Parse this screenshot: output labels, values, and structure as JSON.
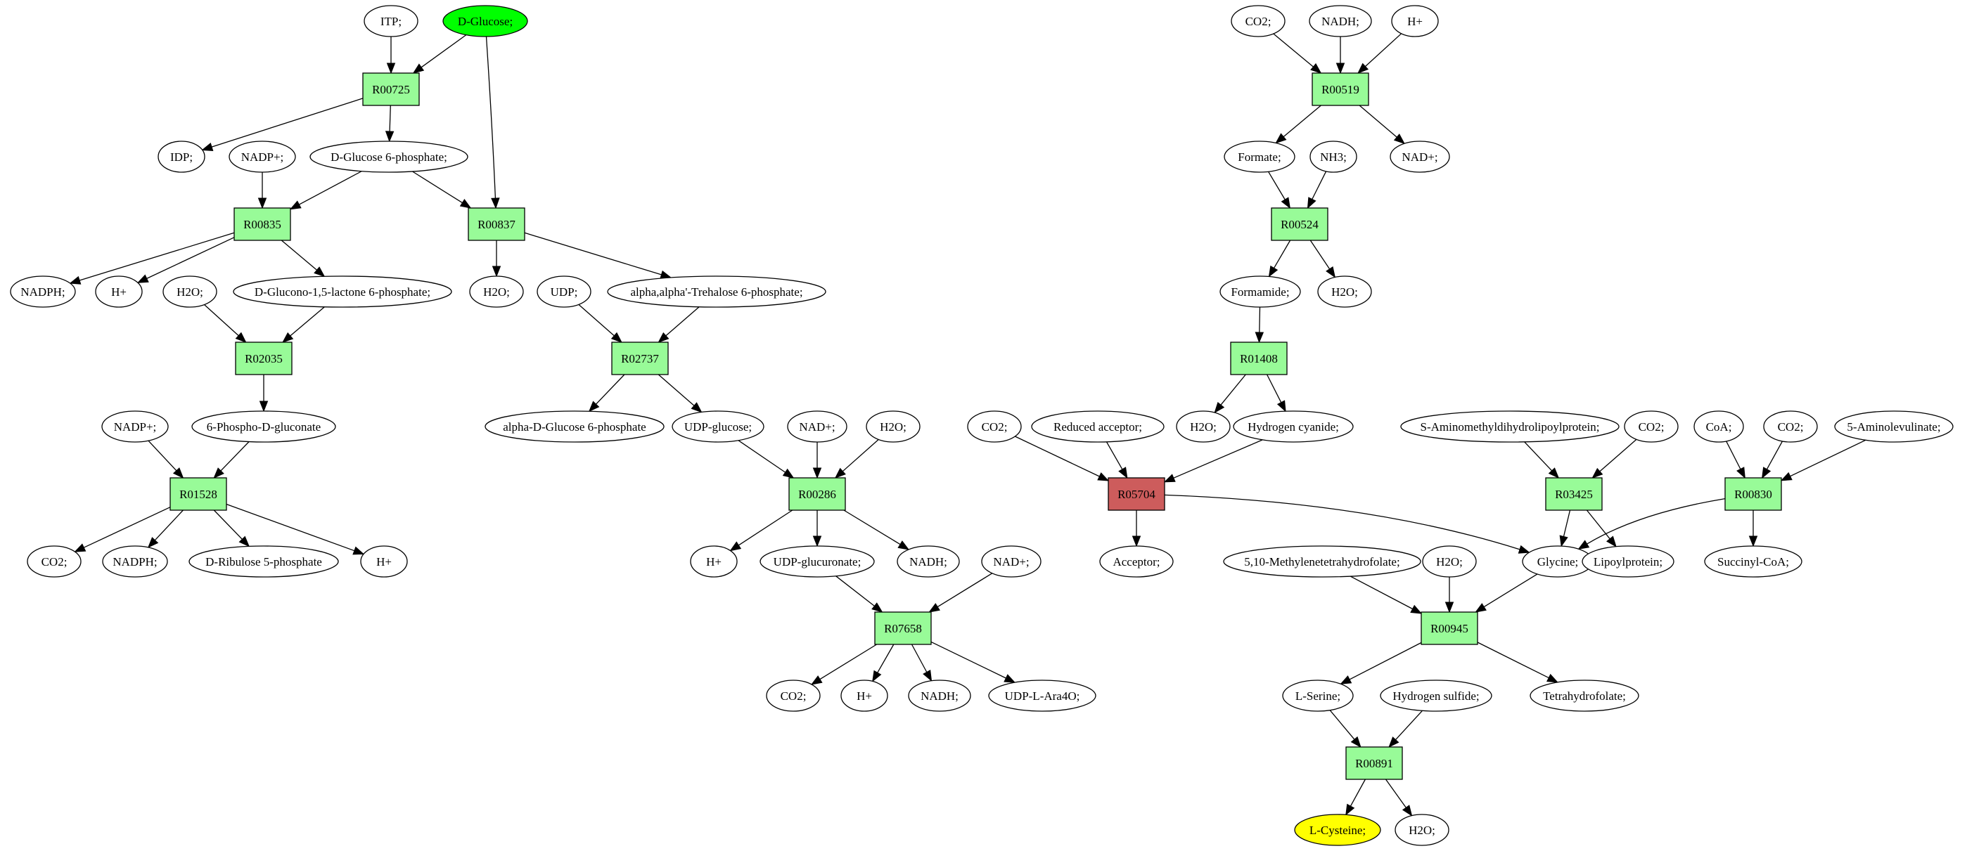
{
  "colors": {
    "reaction": "#98fb98",
    "reaction_highlight": "#cd5c5c",
    "compound": "#ffffff",
    "source_compound": "#00ff00",
    "target_compound": "#ffff00"
  },
  "nodes": [
    {
      "id": "c_itp",
      "kind": "compound",
      "label": "ITP;"
    },
    {
      "id": "c_dglucose",
      "kind": "compound",
      "label": "D-Glucose;",
      "role": "source"
    },
    {
      "id": "r00725",
      "kind": "reaction",
      "label": "R00725"
    },
    {
      "id": "c_idp",
      "kind": "compound",
      "label": "IDP;"
    },
    {
      "id": "c_nadp_1",
      "kind": "compound",
      "label": "NADP+;"
    },
    {
      "id": "c_g6p",
      "kind": "compound",
      "label": "D-Glucose 6-phosphate;"
    },
    {
      "id": "r00835",
      "kind": "reaction",
      "label": "R00835"
    },
    {
      "id": "r00837",
      "kind": "reaction",
      "label": "R00837"
    },
    {
      "id": "c_nadph_1",
      "kind": "compound",
      "label": "NADPH;"
    },
    {
      "id": "c_h_1",
      "kind": "compound",
      "label": "H+"
    },
    {
      "id": "c_h2o_1",
      "kind": "compound",
      "label": "H2O;"
    },
    {
      "id": "c_glucono",
      "kind": "compound",
      "label": "D-Glucono-1,5-lactone 6-phosphate;"
    },
    {
      "id": "r02035",
      "kind": "reaction",
      "label": "R02035"
    },
    {
      "id": "c_nadp_2",
      "kind": "compound",
      "label": "NADP+;"
    },
    {
      "id": "c_6pg",
      "kind": "compound",
      "label": "6-Phospho-D-gluconate"
    },
    {
      "id": "r01528",
      "kind": "reaction",
      "label": "R01528"
    },
    {
      "id": "c_co2_1",
      "kind": "compound",
      "label": "CO2;"
    },
    {
      "id": "c_nadph_2",
      "kind": "compound",
      "label": "NADPH;"
    },
    {
      "id": "c_ribulose",
      "kind": "compound",
      "label": "D-Ribulose 5-phosphate"
    },
    {
      "id": "c_h_2",
      "kind": "compound",
      "label": "H+"
    },
    {
      "id": "c_h2o_2",
      "kind": "compound",
      "label": "H2O;"
    },
    {
      "id": "c_udp_1",
      "kind": "compound",
      "label": "UDP;"
    },
    {
      "id": "c_trehalose",
      "kind": "compound",
      "label": "alpha,alpha'-Trehalose 6-phosphate;"
    },
    {
      "id": "r02737",
      "kind": "reaction",
      "label": "R02737"
    },
    {
      "id": "c_ag6p",
      "kind": "compound",
      "label": "alpha-D-Glucose 6-phosphate"
    },
    {
      "id": "c_udpglc",
      "kind": "compound",
      "label": "UDP-glucose;"
    },
    {
      "id": "c_nad_1",
      "kind": "compound",
      "label": "NAD+;"
    },
    {
      "id": "c_h2o_3",
      "kind": "compound",
      "label": "H2O;"
    },
    {
      "id": "r00286",
      "kind": "reaction",
      "label": "R00286"
    },
    {
      "id": "c_h_3",
      "kind": "compound",
      "label": "H+"
    },
    {
      "id": "c_udpglcur",
      "kind": "compound",
      "label": "UDP-glucuronate;"
    },
    {
      "id": "c_nadh_1",
      "kind": "compound",
      "label": "NADH;"
    },
    {
      "id": "c_nad_2",
      "kind": "compound",
      "label": "NAD+;"
    },
    {
      "id": "r07658",
      "kind": "reaction",
      "label": "R07658"
    },
    {
      "id": "c_co2_2",
      "kind": "compound",
      "label": "CO2;"
    },
    {
      "id": "c_h_4",
      "kind": "compound",
      "label": "H+"
    },
    {
      "id": "c_nadh_2",
      "kind": "compound",
      "label": "NADH;"
    },
    {
      "id": "c_udpara",
      "kind": "compound",
      "label": "UDP-L-Ara4O;"
    },
    {
      "id": "c_co2_3",
      "kind": "compound",
      "label": "CO2;"
    },
    {
      "id": "c_nadh_3",
      "kind": "compound",
      "label": "NADH;"
    },
    {
      "id": "c_h_5",
      "kind": "compound",
      "label": "H+"
    },
    {
      "id": "r00519",
      "kind": "reaction",
      "label": "R00519"
    },
    {
      "id": "c_formate",
      "kind": "compound",
      "label": "Formate;"
    },
    {
      "id": "c_nh3",
      "kind": "compound",
      "label": "NH3;"
    },
    {
      "id": "c_nad_3",
      "kind": "compound",
      "label": "NAD+;"
    },
    {
      "id": "r00524",
      "kind": "reaction",
      "label": "R00524"
    },
    {
      "id": "c_formamide",
      "kind": "compound",
      "label": "Formamide;"
    },
    {
      "id": "c_h2o_4",
      "kind": "compound",
      "label": "H2O;"
    },
    {
      "id": "r01408",
      "kind": "reaction",
      "label": "R01408"
    },
    {
      "id": "c_h2o_5",
      "kind": "compound",
      "label": "H2O;"
    },
    {
      "id": "c_hcn",
      "kind": "compound",
      "label": "Hydrogen cyanide;"
    },
    {
      "id": "c_co2_4",
      "kind": "compound",
      "label": "CO2;"
    },
    {
      "id": "c_redacc",
      "kind": "compound",
      "label": "Reduced acceptor;"
    },
    {
      "id": "r05704",
      "kind": "reaction",
      "label": "R05704",
      "role": "highlight"
    },
    {
      "id": "c_acceptor",
      "kind": "compound",
      "label": "Acceptor;"
    },
    {
      "id": "c_samdlp",
      "kind": "compound",
      "label": "S-Aminomethyldihydrolipoylprotein;"
    },
    {
      "id": "c_co2_5",
      "kind": "compound",
      "label": "CO2;"
    },
    {
      "id": "r03425",
      "kind": "reaction",
      "label": "R03425"
    },
    {
      "id": "c_coa",
      "kind": "compound",
      "label": "CoA;"
    },
    {
      "id": "c_co2_6",
      "kind": "compound",
      "label": "CO2;"
    },
    {
      "id": "c_ala",
      "kind": "compound",
      "label": "5-Aminolevulinate;"
    },
    {
      "id": "r00830",
      "kind": "reaction",
      "label": "R00830"
    },
    {
      "id": "c_mthf",
      "kind": "compound",
      "label": "5,10-Methylenetetrahydrofolate;"
    },
    {
      "id": "c_h2o_6",
      "kind": "compound",
      "label": "H2O;"
    },
    {
      "id": "c_glycine",
      "kind": "compound",
      "label": "Glycine;"
    },
    {
      "id": "c_lipoyl",
      "kind": "compound",
      "label": "Lipoylprotein;"
    },
    {
      "id": "c_succoa",
      "kind": "compound",
      "label": "Succinyl-CoA;"
    },
    {
      "id": "r00945",
      "kind": "reaction",
      "label": "R00945"
    },
    {
      "id": "c_serine",
      "kind": "compound",
      "label": "L-Serine;"
    },
    {
      "id": "c_h2s",
      "kind": "compound",
      "label": "Hydrogen sulfide;"
    },
    {
      "id": "c_thf",
      "kind": "compound",
      "label": "Tetrahydrofolate;"
    },
    {
      "id": "r00891",
      "kind": "reaction",
      "label": "R00891"
    },
    {
      "id": "c_cysteine",
      "kind": "compound",
      "label": "L-Cysteine;",
      "role": "target"
    },
    {
      "id": "c_h2o_7",
      "kind": "compound",
      "label": "H2O;"
    }
  ],
  "edges": [
    [
      "c_itp",
      "r00725"
    ],
    [
      "c_dglucose",
      "r00725"
    ],
    [
      "c_dglucose",
      "r00837"
    ],
    [
      "r00725",
      "c_idp"
    ],
    [
      "r00725",
      "c_g6p"
    ],
    [
      "c_nadp_1",
      "r00835"
    ],
    [
      "c_g6p",
      "r00835"
    ],
    [
      "c_g6p",
      "r00837"
    ],
    [
      "r00835",
      "c_nadph_1"
    ],
    [
      "r00835",
      "c_h_1"
    ],
    [
      "r00835",
      "c_glucono"
    ],
    [
      "r00837",
      "c_h2o_2"
    ],
    [
      "r00837",
      "c_trehalose"
    ],
    [
      "c_h2o_1",
      "r02035"
    ],
    [
      "c_glucono",
      "r02035"
    ],
    [
      "r02035",
      "c_6pg"
    ],
    [
      "c_nadp_2",
      "r01528"
    ],
    [
      "c_6pg",
      "r01528"
    ],
    [
      "r01528",
      "c_co2_1"
    ],
    [
      "r01528",
      "c_nadph_2"
    ],
    [
      "r01528",
      "c_ribulose"
    ],
    [
      "r01528",
      "c_h_2"
    ],
    [
      "c_udp_1",
      "r02737"
    ],
    [
      "c_trehalose",
      "r02737"
    ],
    [
      "r02737",
      "c_ag6p"
    ],
    [
      "r02737",
      "c_udpglc"
    ],
    [
      "c_udpglc",
      "r00286"
    ],
    [
      "c_nad_1",
      "r00286"
    ],
    [
      "c_h2o_3",
      "r00286"
    ],
    [
      "r00286",
      "c_h_3"
    ],
    [
      "r00286",
      "c_udpglcur"
    ],
    [
      "r00286",
      "c_nadh_1"
    ],
    [
      "c_udpglcur",
      "r07658"
    ],
    [
      "c_nad_2",
      "r07658"
    ],
    [
      "r07658",
      "c_co2_2"
    ],
    [
      "r07658",
      "c_h_4"
    ],
    [
      "r07658",
      "c_nadh_2"
    ],
    [
      "r07658",
      "c_udpara"
    ],
    [
      "c_co2_3",
      "r00519"
    ],
    [
      "c_nadh_3",
      "r00519"
    ],
    [
      "c_h_5",
      "r00519"
    ],
    [
      "r00519",
      "c_formate"
    ],
    [
      "r00519",
      "c_nad_3"
    ],
    [
      "c_formate",
      "r00524"
    ],
    [
      "c_nh3",
      "r00524"
    ],
    [
      "r00524",
      "c_formamide"
    ],
    [
      "r00524",
      "c_h2o_4"
    ],
    [
      "c_formamide",
      "r01408"
    ],
    [
      "r01408",
      "c_h2o_5"
    ],
    [
      "r01408",
      "c_hcn"
    ],
    [
      "c_co2_4",
      "r05704"
    ],
    [
      "c_redacc",
      "r05704"
    ],
    [
      "c_hcn",
      "r05704"
    ],
    [
      "r05704",
      "c_acceptor"
    ],
    [
      "r05704",
      "c_glycine"
    ],
    [
      "c_samdlp",
      "r03425"
    ],
    [
      "c_co2_5",
      "r03425"
    ],
    [
      "r03425",
      "c_glycine"
    ],
    [
      "r03425",
      "c_lipoyl"
    ],
    [
      "c_coa",
      "r00830"
    ],
    [
      "c_co2_6",
      "r00830"
    ],
    [
      "c_ala",
      "r00830"
    ],
    [
      "r00830",
      "c_glycine"
    ],
    [
      "r00830",
      "c_succoa"
    ],
    [
      "c_mthf",
      "r00945"
    ],
    [
      "c_h2o_6",
      "r00945"
    ],
    [
      "c_glycine",
      "r00945"
    ],
    [
      "r00945",
      "c_serine"
    ],
    [
      "r00945",
      "c_thf"
    ],
    [
      "c_serine",
      "r00891"
    ],
    [
      "c_h2s",
      "r00891"
    ],
    [
      "r00891",
      "c_cysteine"
    ],
    [
      "r00891",
      "c_h2o_7"
    ]
  ]
}
